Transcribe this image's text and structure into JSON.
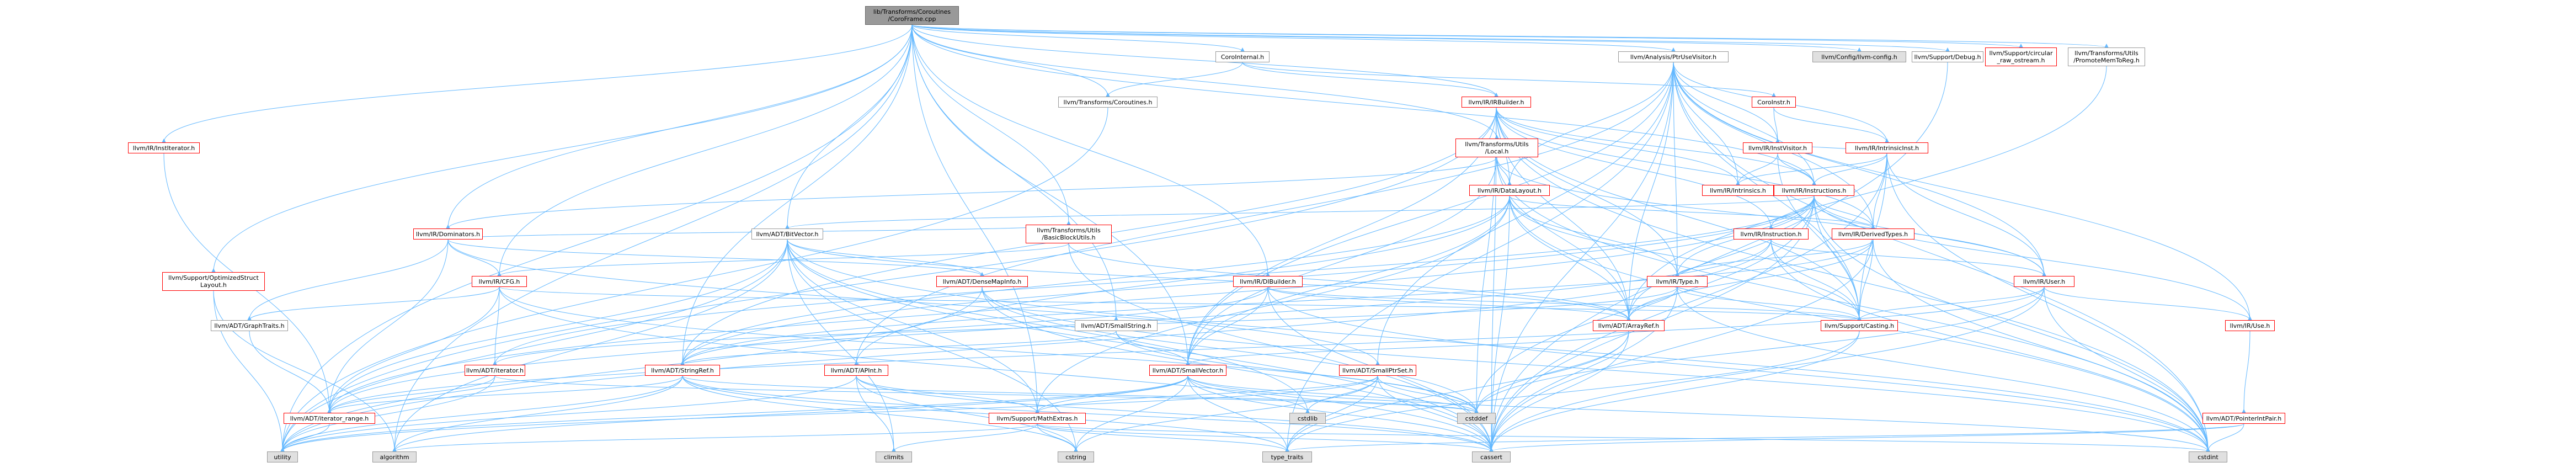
{
  "nodes": [
    {
      "id": "root",
      "label": "lib/Transforms/Coroutines\n/CoroFrame.cpp",
      "style": "root"
    },
    {
      "id": "coroint",
      "label": "CoroInternal.h",
      "style": "normal"
    },
    {
      "id": "ptruse",
      "label": "llvm/Analysis/PtrUseVisitor.h",
      "style": "normal"
    },
    {
      "id": "config",
      "label": "llvm/Config/llvm-config.h",
      "style": "grey"
    },
    {
      "id": "debug",
      "label": "llvm/Support/Debug.h",
      "style": "normal"
    },
    {
      "id": "circ",
      "label": "llvm/Support/circular\n_raw_ostream.h",
      "style": "red"
    },
    {
      "id": "promote",
      "label": "llvm/Transforms/Utils\n/PromoteMemToReg.h",
      "style": "normal"
    },
    {
      "id": "instit",
      "label": "llvm/IR/InstIterator.h",
      "style": "red"
    },
    {
      "id": "tcoro",
      "label": "llvm/Transforms/Coroutines.h",
      "style": "normal"
    },
    {
      "id": "irbuilder",
      "label": "llvm/IR/IRBuilder.h",
      "style": "red"
    },
    {
      "id": "coroinst",
      "label": "CoroInstr.h",
      "style": "red"
    },
    {
      "id": "instvis",
      "label": "llvm/IR/InstVisitor.h",
      "style": "red"
    },
    {
      "id": "intrinsicinst",
      "label": "llvm/IR/IntrinsicInst.h",
      "style": "red"
    },
    {
      "id": "local",
      "label": "llvm/Transforms/Utils\n/Local.h",
      "style": "red"
    },
    {
      "id": "datalayout",
      "label": "llvm/IR/DataLayout.h",
      "style": "red"
    },
    {
      "id": "intrinsics",
      "label": "llvm/IR/Intrinsics.h",
      "style": "red"
    },
    {
      "id": "instructions",
      "label": "llvm/IR/Instructions.h",
      "style": "red"
    },
    {
      "id": "dominators",
      "label": "llvm/IR/Dominators.h",
      "style": "red"
    },
    {
      "id": "bitvector",
      "label": "llvm/ADT/BitVector.h",
      "style": "normal"
    },
    {
      "id": "bbutils",
      "label": "llvm/Transforms/Utils\n/BasicBlockUtils.h",
      "style": "red"
    },
    {
      "id": "instruction",
      "label": "llvm/IR/Instruction.h",
      "style": "red"
    },
    {
      "id": "derivedtypes",
      "label": "llvm/IR/DerivedTypes.h",
      "style": "red"
    },
    {
      "id": "optstruct",
      "label": "llvm/Support/OptimizedStruct\nLayout.h",
      "style": "red"
    },
    {
      "id": "cfg",
      "label": "llvm/IR/CFG.h",
      "style": "red"
    },
    {
      "id": "densemapinfo",
      "label": "llvm/ADT/DenseMapInfo.h",
      "style": "red"
    },
    {
      "id": "dibuilder",
      "label": "llvm/IR/DIBuilder.h",
      "style": "red"
    },
    {
      "id": "irtype",
      "label": "llvm/IR/Type.h",
      "style": "red"
    },
    {
      "id": "user",
      "label": "llvm/IR/User.h",
      "style": "red"
    },
    {
      "id": "graphtraits",
      "label": "llvm/ADT/GraphTraits.h",
      "style": "normal"
    },
    {
      "id": "smallstring",
      "label": "llvm/ADT/SmallString.h",
      "style": "normal"
    },
    {
      "id": "arrayref",
      "label": "llvm/ADT/ArrayRef.h",
      "style": "red"
    },
    {
      "id": "casting",
      "label": "llvm/Support/Casting.h",
      "style": "red"
    },
    {
      "id": "use",
      "label": "llvm/IR/Use.h",
      "style": "red"
    },
    {
      "id": "iterator",
      "label": "llvm/ADT/iterator.h",
      "style": "red"
    },
    {
      "id": "stringref",
      "label": "llvm/ADT/StringRef.h",
      "style": "red"
    },
    {
      "id": "apint",
      "label": "llvm/ADT/APInt.h",
      "style": "red"
    },
    {
      "id": "smallvector",
      "label": "llvm/ADT/SmallVector.h",
      "style": "red"
    },
    {
      "id": "smallptrset",
      "label": "llvm/ADT/SmallPtrSet.h",
      "style": "red"
    },
    {
      "id": "itrange",
      "label": "llvm/ADT/iterator_range.h",
      "style": "red"
    },
    {
      "id": "mathextras",
      "label": "llvm/Support/MathExtras.h",
      "style": "red"
    },
    {
      "id": "ptrintpair",
      "label": "llvm/ADT/PointerIntPair.h",
      "style": "red"
    },
    {
      "id": "cstddef",
      "label": "cstddef",
      "style": "grey"
    },
    {
      "id": "cstdlib",
      "label": "cstdlib",
      "style": "grey"
    },
    {
      "id": "utility",
      "label": "utility",
      "style": "grey"
    },
    {
      "id": "algorithm",
      "label": "algorithm",
      "style": "grey"
    },
    {
      "id": "climits",
      "label": "climits",
      "style": "grey"
    },
    {
      "id": "cstring",
      "label": "cstring",
      "style": "grey"
    },
    {
      "id": "typetraits",
      "label": "type_traits",
      "style": "grey"
    },
    {
      "id": "cassert",
      "label": "cassert",
      "style": "grey"
    },
    {
      "id": "cstdint",
      "label": "cstdint",
      "style": "grey"
    }
  ],
  "edges": [
    [
      "root",
      "coroint"
    ],
    [
      "root",
      "ptruse"
    ],
    [
      "root",
      "config"
    ],
    [
      "root",
      "debug"
    ],
    [
      "root",
      "circ"
    ],
    [
      "root",
      "promote"
    ],
    [
      "root",
      "instit"
    ],
    [
      "root",
      "tcoro"
    ],
    [
      "root",
      "irbuilder"
    ],
    [
      "root",
      "local"
    ],
    [
      "root",
      "dominators"
    ],
    [
      "root",
      "bitvector"
    ],
    [
      "root",
      "bbutils"
    ],
    [
      "root",
      "optstruct"
    ],
    [
      "root",
      "cfg"
    ],
    [
      "root",
      "dibuilder"
    ],
    [
      "root",
      "smallstring"
    ],
    [
      "root",
      "stringref"
    ],
    [
      "root",
      "mathextras"
    ],
    [
      "root",
      "algorithm"
    ],
    [
      "root",
      "smallvector"
    ],
    [
      "root",
      "utility"
    ],
    [
      "root",
      "instructions"
    ],
    [
      "coroint",
      "tcoro"
    ],
    [
      "coroint",
      "irbuilder"
    ],
    [
      "coroint",
      "coroinst"
    ],
    [
      "ptruse",
      "datalayout"
    ],
    [
      "ptruse",
      "instvis"
    ],
    [
      "ptruse",
      "intrinsicinst"
    ],
    [
      "ptruse",
      "derivedtypes"
    ],
    [
      "ptruse",
      "instructions"
    ],
    [
      "ptruse",
      "irtype"
    ],
    [
      "ptruse",
      "user"
    ],
    [
      "ptruse",
      "casting"
    ],
    [
      "ptruse",
      "arrayref"
    ],
    [
      "ptruse",
      "apint"
    ],
    [
      "ptruse",
      "smallvector"
    ],
    [
      "ptruse",
      "smallptrset"
    ],
    [
      "ptruse",
      "use"
    ],
    [
      "ptruse",
      "intrinsics"
    ],
    [
      "ptruse",
      "cassert"
    ],
    [
      "ptruse",
      "cstdint"
    ],
    [
      "ptruse",
      "typetraits"
    ],
    [
      "coroinst",
      "intrinsicinst"
    ],
    [
      "coroinst",
      "instvis"
    ],
    [
      "instvis",
      "intrinsicinst"
    ],
    [
      "instvis",
      "instructions"
    ],
    [
      "instvis",
      "intrinsics"
    ],
    [
      "instvis",
      "casting"
    ],
    [
      "irbuilder",
      "instructions"
    ],
    [
      "irbuilder",
      "datalayout"
    ],
    [
      "irbuilder",
      "derivedtypes"
    ],
    [
      "irbuilder",
      "irtype"
    ],
    [
      "irbuilder",
      "intrinsics"
    ],
    [
      "irbuilder",
      "arrayref"
    ],
    [
      "irbuilder",
      "stringref"
    ],
    [
      "irbuilder",
      "casting"
    ],
    [
      "irbuilder",
      "cstddef"
    ],
    [
      "irbuilder",
      "cstdint"
    ],
    [
      "irbuilder",
      "cassert"
    ],
    [
      "irbuilder",
      "utility"
    ],
    [
      "irbuilder",
      "instruction"
    ],
    [
      "irbuilder",
      "smallvector"
    ],
    [
      "intrinsicinst",
      "instructions"
    ],
    [
      "intrinsicinst",
      "derivedtypes"
    ],
    [
      "intrinsicinst",
      "intrinsics"
    ],
    [
      "intrinsicinst",
      "user"
    ],
    [
      "intrinsicinst",
      "casting"
    ],
    [
      "intrinsicinst",
      "cassert"
    ],
    [
      "intrinsicinst",
      "cstdint"
    ],
    [
      "local",
      "datalayout"
    ],
    [
      "local",
      "smallvector"
    ],
    [
      "local",
      "user"
    ],
    [
      "local",
      "cstdint"
    ],
    [
      "local",
      "dominators"
    ],
    [
      "local",
      "arrayref"
    ],
    [
      "datalayout",
      "apint"
    ],
    [
      "datalayout",
      "arrayref"
    ],
    [
      "datalayout",
      "stringref"
    ],
    [
      "datalayout",
      "derivedtypes"
    ],
    [
      "datalayout",
      "irtype"
    ],
    [
      "datalayout",
      "smallvector"
    ],
    [
      "datalayout",
      "casting"
    ],
    [
      "datalayout",
      "mathextras"
    ],
    [
      "datalayout",
      "cassert"
    ],
    [
      "datalayout",
      "cstdint"
    ],
    [
      "datalayout",
      "string"
    ],
    [
      "instructions",
      "instruction"
    ],
    [
      "instructions",
      "derivedtypes"
    ],
    [
      "instructions",
      "irtype"
    ],
    [
      "instructions",
      "use"
    ],
    [
      "instructions",
      "user"
    ],
    [
      "instructions",
      "casting"
    ],
    [
      "instructions",
      "arrayref"
    ],
    [
      "instructions",
      "stringref"
    ],
    [
      "instructions",
      "iterator"
    ],
    [
      "instructions",
      "itrange"
    ],
    [
      "instructions",
      "cassert"
    ],
    [
      "instructions",
      "cstddef"
    ],
    [
      "instructions",
      "cstdint"
    ],
    [
      "instructions",
      "bitvector"
    ],
    [
      "dominators",
      "cfg"
    ],
    [
      "dominators",
      "densemapinfo"
    ],
    [
      "dominators",
      "graphtraits"
    ],
    [
      "dominators",
      "itrange"
    ],
    [
      "dominators",
      "smallptrset"
    ],
    [
      "bitvector",
      "arrayref"
    ],
    [
      "bitvector",
      "densemapinfo"
    ],
    [
      "bitvector",
      "itrange"
    ],
    [
      "bitvector",
      "mathextras"
    ],
    [
      "bitvector",
      "algorithm"
    ],
    [
      "bitvector",
      "cassert"
    ],
    [
      "bitvector",
      "climits"
    ],
    [
      "bitvector",
      "cstdint"
    ],
    [
      "bitvector",
      "cstdlib"
    ],
    [
      "bitvector",
      "cstring"
    ],
    [
      "bitvector",
      "utility"
    ],
    [
      "bbutils",
      "arrayref"
    ],
    [
      "bbutils",
      "cfg"
    ],
    [
      "bbutils",
      "cassert"
    ],
    [
      "bbutils",
      "dominators"
    ],
    [
      "instruction",
      "user"
    ],
    [
      "instruction",
      "casting"
    ],
    [
      "instruction",
      "cstdint"
    ],
    [
      "instruction",
      "utility"
    ],
    [
      "instruction",
      "itrange"
    ],
    [
      "derivedtypes",
      "irtype"
    ],
    [
      "derivedtypes",
      "arrayref"
    ],
    [
      "derivedtypes",
      "stringref"
    ],
    [
      "derivedtypes",
      "casting"
    ],
    [
      "derivedtypes",
      "cassert"
    ],
    [
      "derivedtypes",
      "cstdint"
    ],
    [
      "optstruct",
      "utility"
    ],
    [
      "optstruct",
      "algorithm"
    ],
    [
      "cfg",
      "graphtraits"
    ],
    [
      "cfg",
      "iterator"
    ],
    [
      "cfg",
      "itrange"
    ],
    [
      "cfg",
      "casting"
    ],
    [
      "cfg",
      "cassert"
    ],
    [
      "cfg",
      "cstddef"
    ],
    [
      "densemapinfo",
      "cassert"
    ],
    [
      "densemapinfo",
      "cstddef"
    ],
    [
      "densemapinfo",
      "cstdint"
    ],
    [
      "densemapinfo",
      "utility"
    ],
    [
      "dibuilder",
      "arrayref"
    ],
    [
      "dibuilder",
      "stringref"
    ],
    [
      "dibuilder",
      "smallvector"
    ],
    [
      "dibuilder",
      "casting"
    ],
    [
      "dibuilder",
      "cassert"
    ],
    [
      "dibuilder",
      "cstdint"
    ],
    [
      "irtype",
      "arrayref"
    ],
    [
      "irtype",
      "casting"
    ],
    [
      "irtype",
      "cassert"
    ],
    [
      "irtype",
      "cstdint"
    ],
    [
      "irtype",
      "iterator"
    ],
    [
      "user",
      "use"
    ],
    [
      "user",
      "casting"
    ],
    [
      "user",
      "cassert"
    ],
    [
      "user",
      "cstdint"
    ],
    [
      "user",
      "itrange"
    ],
    [
      "user",
      "cstddef"
    ],
    [
      "graphtraits",
      "itrange"
    ],
    [
      "smallstring",
      "smallvector"
    ],
    [
      "smallstring",
      "stringref"
    ],
    [
      "smallstring",
      "cstddef"
    ],
    [
      "arrayref",
      "smallvector"
    ],
    [
      "arrayref",
      "cassert"
    ],
    [
      "arrayref",
      "cstddef"
    ],
    [
      "arrayref",
      "typetraits"
    ],
    [
      "casting",
      "cassert"
    ],
    [
      "casting",
      "typetraits"
    ],
    [
      "use",
      "ptrintpair"
    ],
    [
      "iterator",
      "itrange"
    ],
    [
      "iterator",
      "cstddef"
    ],
    [
      "iterator",
      "utility"
    ],
    [
      "stringref",
      "itrange"
    ],
    [
      "stringref",
      "algorithm"
    ],
    [
      "stringref",
      "cassert"
    ],
    [
      "stringref",
      "cstddef"
    ],
    [
      "stringref",
      "cstring"
    ],
    [
      "stringref",
      "utility"
    ],
    [
      "stringref",
      "typetraits"
    ],
    [
      "apint",
      "mathextras"
    ],
    [
      "apint",
      "cassert"
    ],
    [
      "apint",
      "climits"
    ],
    [
      "apint",
      "cstring"
    ],
    [
      "apint",
      "utility"
    ],
    [
      "smallvector",
      "mathextras"
    ],
    [
      "smallvector",
      "algorithm"
    ],
    [
      "smallvector",
      "cassert"
    ],
    [
      "smallvector",
      "cstddef"
    ],
    [
      "smallvector",
      "cstdlib"
    ],
    [
      "smallvector",
      "cstdint"
    ],
    [
      "smallvector",
      "cstring"
    ],
    [
      "smallvector",
      "utility"
    ],
    [
      "smallvector",
      "typetraits"
    ],
    [
      "smallptrset",
      "mathextras"
    ],
    [
      "smallptrset",
      "cassert"
    ],
    [
      "smallptrset",
      "cstddef"
    ],
    [
      "smallptrset",
      "cstdlib"
    ],
    [
      "smallptrset",
      "cstring"
    ],
    [
      "smallptrset",
      "utility"
    ],
    [
      "smallptrset",
      "typetraits"
    ],
    [
      "mathextras",
      "cassert"
    ],
    [
      "mathextras",
      "climits"
    ],
    [
      "mathextras",
      "cstdint"
    ],
    [
      "mathextras",
      "cstring"
    ],
    [
      "mathextras",
      "typetraits"
    ],
    [
      "mathextras",
      "algorithm"
    ],
    [
      "ptrintpair",
      "cassert"
    ],
    [
      "ptrintpair",
      "cstdint"
    ],
    [
      "ptrintpair",
      "typetraits"
    ],
    [
      "itrange",
      "utility"
    ],
    [
      "instit",
      "itrange"
    ],
    [
      "tcoro",
      "utility"
    ],
    [
      "promote",
      "arrayref"
    ],
    [
      "debug",
      "cassert"
    ]
  ]
}
